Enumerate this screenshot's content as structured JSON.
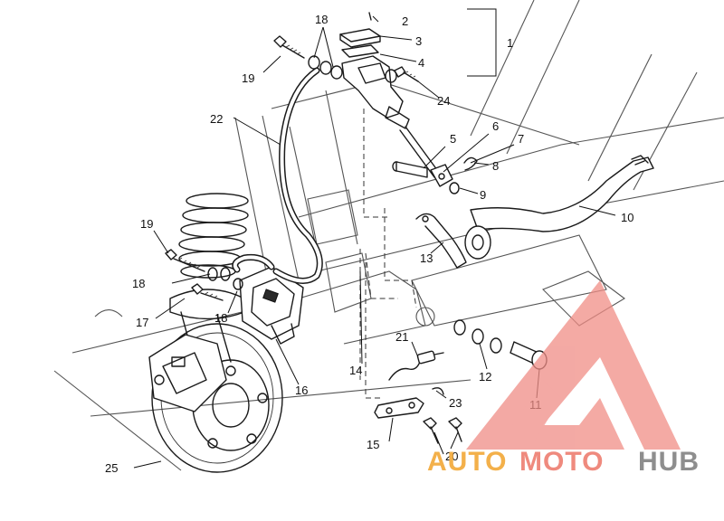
{
  "callouts": {
    "n1": "1",
    "n2": "2",
    "n3": "3",
    "n4": "4",
    "n5": "5",
    "n6": "6",
    "n7": "7",
    "n8": "8",
    "n9": "9",
    "n10": "10",
    "n11": "11",
    "n12": "12",
    "n13": "13",
    "n14": "14",
    "n15": "15",
    "n16": "16",
    "n17": "17",
    "n18a": "18",
    "n18b": "18",
    "n18c": "18",
    "n19a": "19",
    "n19b": "19",
    "n20": "20",
    "n21": "21",
    "n22": "22",
    "n23": "23",
    "n24": "24",
    "n25": "25"
  },
  "watermark": {
    "part1": "AUTO",
    "part2": "MOTO",
    "part3": "HUB",
    "colors": {
      "auto": "#f3b04a",
      "moto": "#ef8a7e",
      "hub": "#8e8e8e",
      "logo": "#f08d86"
    }
  }
}
